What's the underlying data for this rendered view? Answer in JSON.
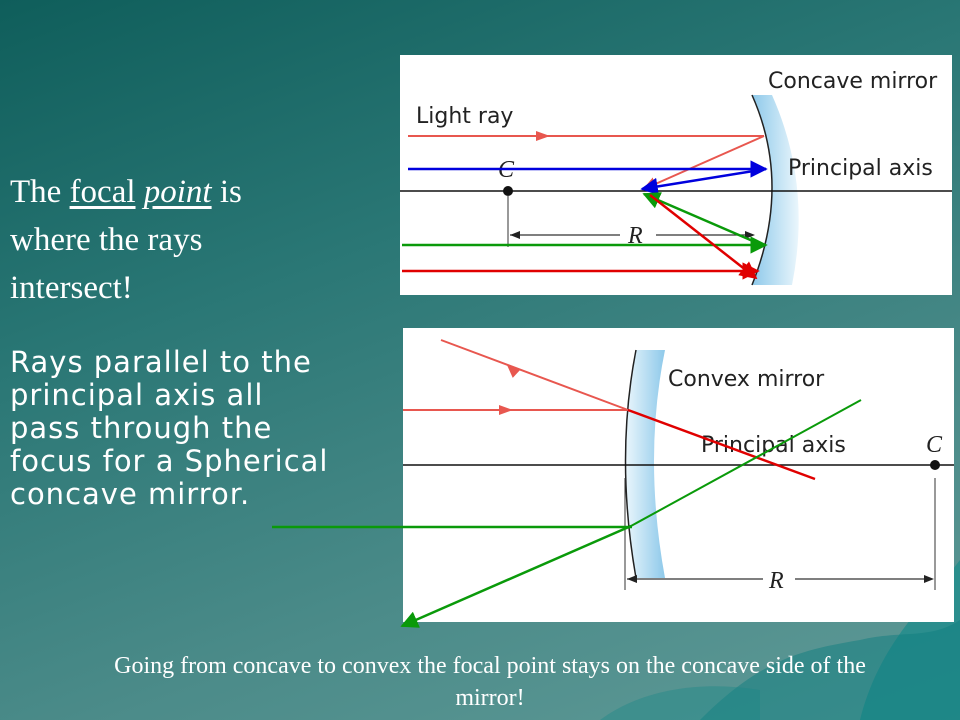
{
  "heading": {
    "pre": "The ",
    "focal": "focal",
    "space": " ",
    "point": "point",
    "post": " is where the rays intersect!"
  },
  "body": "Rays parallel to the principal axis all pass through the focus for a Spherical concave mirror.",
  "caption": "Going from concave to convex the focal point stays on the concave side of the mirror!",
  "concave_diagram": {
    "mirror_label": "Concave mirror",
    "ray_label": "Light ray",
    "axis_label": "Principal axis",
    "center_label": "C",
    "radius_label": "R"
  },
  "convex_diagram": {
    "mirror_label": "Convex mirror",
    "axis_label": "Principal axis",
    "center_label": "C",
    "radius_label": "R"
  },
  "colors": {
    "ray_orange": "#e8574f",
    "ray_blue": "#0000dd",
    "ray_green": "#0a9a0a",
    "ray_red": "#e00000",
    "mirror": "#bfe2f5"
  }
}
